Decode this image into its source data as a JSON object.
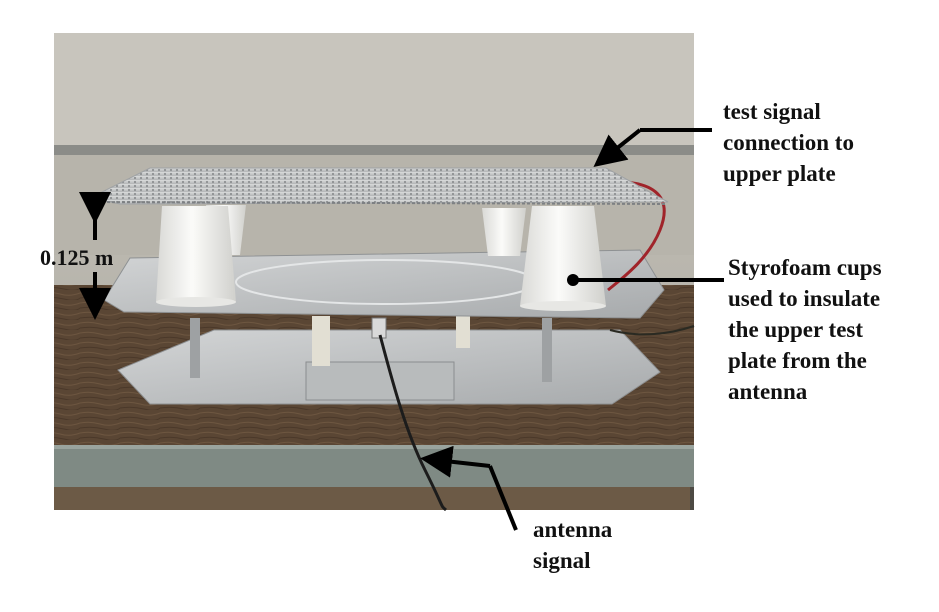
{
  "annotations": {
    "test_signal": [
      "test signal",
      "connection to",
      "upper plate"
    ],
    "cups": [
      "Styrofoam cups",
      "used to insulate",
      "the upper test",
      "plate from the",
      "antenna"
    ],
    "height": "0.125 m",
    "antenna_signal": [
      "antenna",
      "signal"
    ]
  },
  "colors": {
    "wall": "#b9b6ad",
    "bench_top": "#5a4634",
    "bench_frame": "#7f8a84",
    "plate": "#c6c8c9",
    "cup": "#f1f1ef",
    "arrow": "#000000",
    "wire_red": "#a0242a"
  }
}
